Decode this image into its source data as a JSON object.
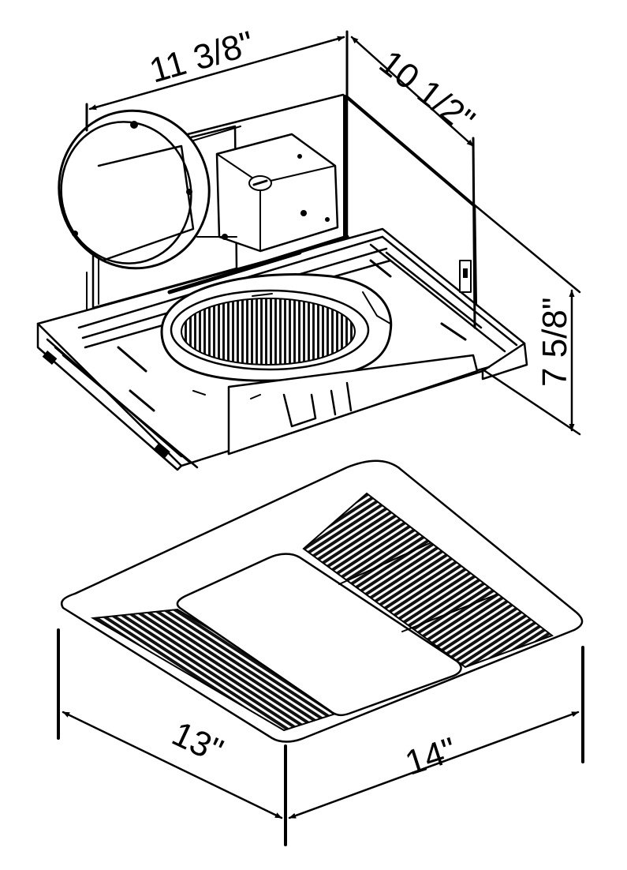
{
  "diagram": {
    "subject": "Bathroom exhaust fan with light – housing and grille dimensions",
    "dimensions": {
      "housing_width": "11 3/8\"",
      "housing_depth": "10 1/2\"",
      "housing_height": "7 5/8\"",
      "grille_depth": "13\"",
      "grille_width": "14\""
    },
    "colors": {
      "line": "#000000",
      "background": "#ffffff"
    }
  }
}
